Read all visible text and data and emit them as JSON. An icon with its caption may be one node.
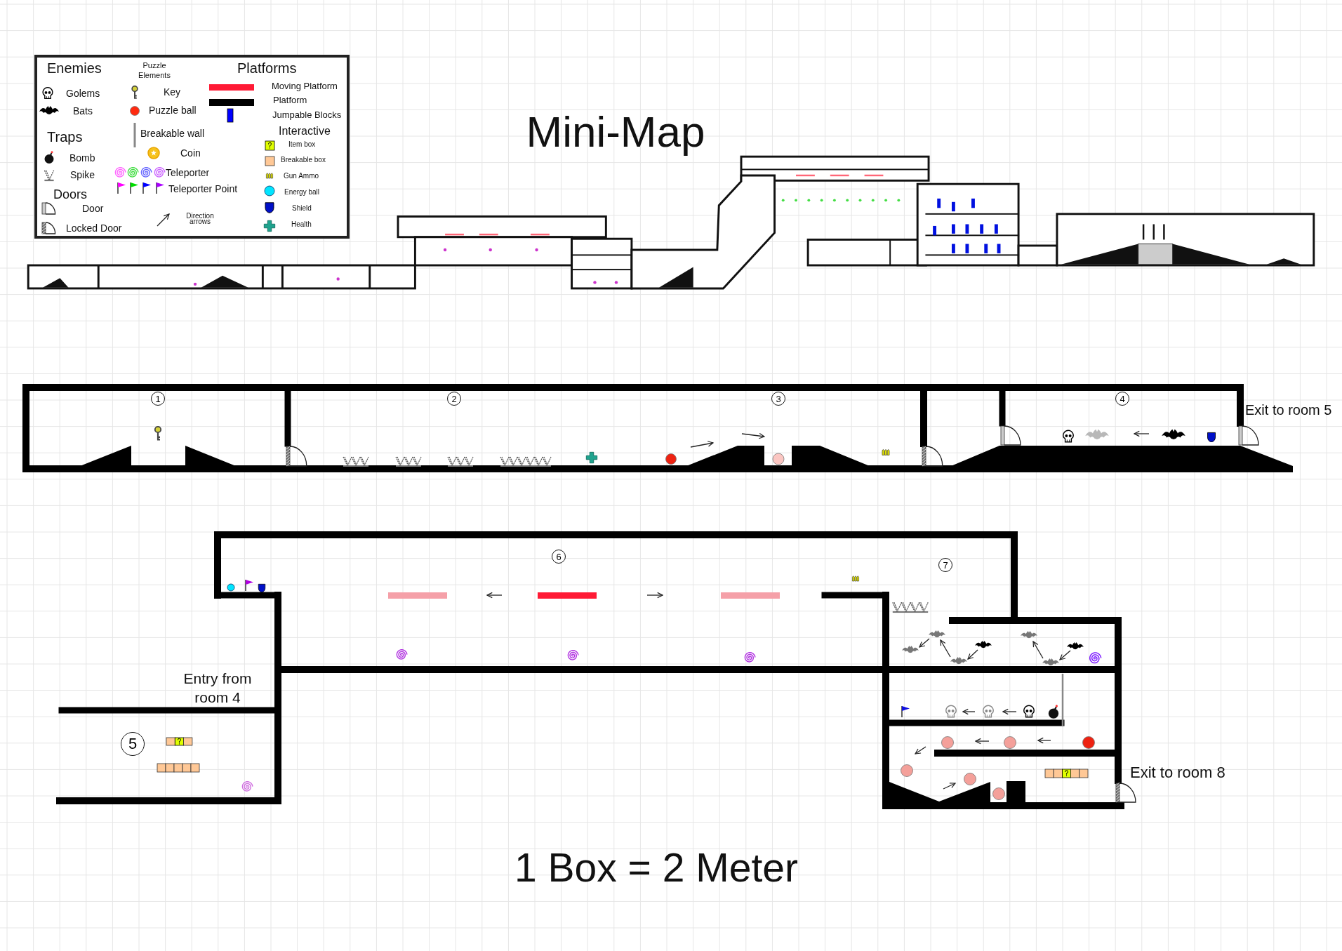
{
  "diagram": {
    "title": "Mini-Map",
    "caption": "1 Box = 2 Meter",
    "nodes": [
      {
        "text": [
          "1"
        ]
      },
      {
        "text": [
          "2"
        ]
      },
      {
        "text": [
          "3"
        ]
      },
      {
        "text": [
          "4"
        ]
      },
      {
        "text": [
          "6"
        ]
      },
      {
        "text": [
          "7"
        ]
      },
      {
        "text": [
          "5"
        ]
      }
    ],
    "labels": [
      "Enemies",
      "Puzzle Elements",
      "Platforms",
      "Traps",
      "Doors",
      "Interactive",
      "Exit to room 5",
      "Entry from room 4",
      "Exit to room 8"
    ],
    "legend": [
      {
        "text": "Golems"
      },
      {
        "text": "Bats"
      },
      {
        "text": "Bomb"
      },
      {
        "text": "Spike"
      },
      {
        "text": "Door"
      },
      {
        "text": "Locked Door"
      },
      {
        "text": "Key"
      },
      {
        "text": "Puzzle ball",
        "color": "#ff2a10"
      },
      {
        "text": "Breakable wall",
        "color": "#888888"
      },
      {
        "text": "Coin"
      },
      {
        "text": "Teleporter"
      },
      {
        "text": "Teleporter Point"
      },
      {
        "text": "Direction arrows"
      },
      {
        "text": "Moving Platform",
        "color": "#ff1a35"
      },
      {
        "text": "Platform",
        "color": "#000000"
      },
      {
        "text": "Jumpable Blocks",
        "color": "#0000ff"
      },
      {
        "text": "Item box"
      },
      {
        "text": "Breakable box",
        "color": "#ffc896"
      },
      {
        "text": "Gun Ammo"
      },
      {
        "text": "Energy ball",
        "color": "#00e5ff"
      },
      {
        "text": "Shield"
      },
      {
        "text": "Health"
      }
    ]
  }
}
